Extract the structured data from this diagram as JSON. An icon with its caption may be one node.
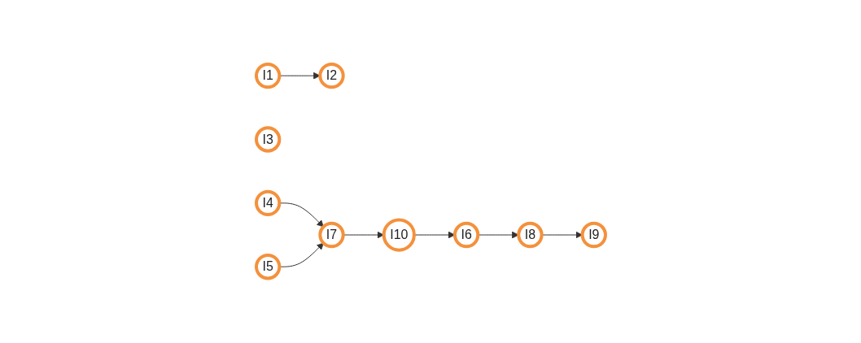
{
  "diagram": {
    "nodes": [
      {
        "text": [
          "I1"
        ]
      },
      {
        "text": [
          "I2"
        ]
      },
      {
        "text": [
          "I3"
        ]
      },
      {
        "text": [
          "I4"
        ]
      },
      {
        "text": [
          "I5"
        ]
      },
      {
        "text": [
          "I6"
        ]
      },
      {
        "text": [
          "I7"
        ]
      },
      {
        "text": [
          "I8"
        ]
      },
      {
        "text": [
          "I9"
        ]
      },
      {
        "text": [
          "I10"
        ]
      }
    ],
    "edges": [
      {
        "from": 0,
        "to": 1,
        "arrow": "to"
      },
      {
        "from": 3,
        "to": 6,
        "arrow": "to"
      },
      {
        "from": 4,
        "to": 6,
        "arrow": "to"
      },
      {
        "from": 6,
        "to": 9,
        "arrow": "to"
      },
      {
        "from": 9,
        "to": 5,
        "arrow": "to"
      },
      {
        "from": 5,
        "to": 7,
        "arrow": "to"
      },
      {
        "from": 7,
        "to": 8,
        "arrow": "to"
      }
    ]
  }
}
